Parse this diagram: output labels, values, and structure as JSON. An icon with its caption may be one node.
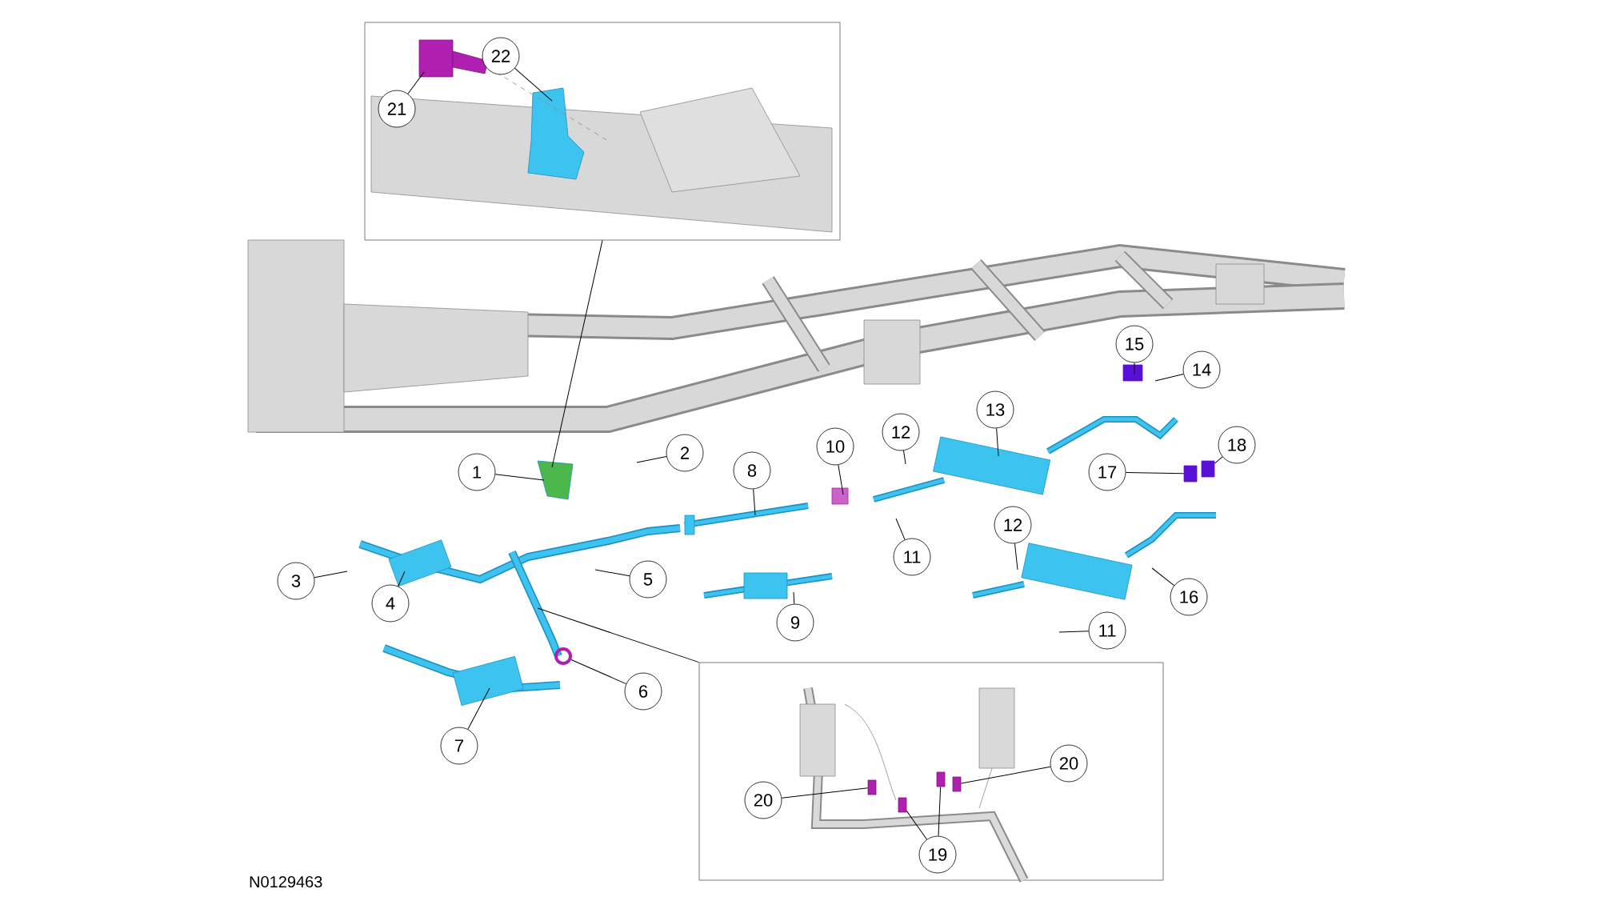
{
  "diagram": {
    "nodes": [
      {
        "text": [],
        "shape": "picture"
      },
      {
        "text": [],
        "shape": "picture"
      },
      {
        "text": [
          "1"
        ]
      },
      {
        "text": [
          "2"
        ]
      },
      {
        "text": [
          "3"
        ]
      },
      {
        "text": [
          "4"
        ]
      },
      {
        "text": [
          "5"
        ]
      },
      {
        "text": [
          "6"
        ]
      },
      {
        "text": [
          "7"
        ]
      },
      {
        "text": [
          "8"
        ]
      },
      {
        "text": [
          "9"
        ]
      },
      {
        "text": [
          "10"
        ]
      },
      {
        "text": [
          "11"
        ]
      },
      {
        "text": [
          "11"
        ]
      },
      {
        "text": [
          "12"
        ]
      },
      {
        "text": [
          "12"
        ]
      },
      {
        "text": [
          "13"
        ]
      },
      {
        "text": [
          "14"
        ]
      },
      {
        "text": [
          "15"
        ]
      },
      {
        "text": [
          "16"
        ]
      },
      {
        "text": [
          "17"
        ]
      },
      {
        "text": [
          "18"
        ]
      },
      {
        "text": [
          "21"
        ],
        "in": 0
      },
      {
        "text": [
          "22"
        ],
        "in": 0
      },
      {
        "text": [
          "20"
        ],
        "in": 1
      },
      {
        "text": [
          "20"
        ],
        "in": 1
      },
      {
        "text": [
          "19"
        ],
        "in": 1
      },
      {
        "text": [],
        "shape": "box",
        "in": 1
      },
      {
        "text": [],
        "shape": "box",
        "in": 1
      },
      {
        "text": [],
        "shape": "box",
        "in": 1
      },
      {
        "text": [],
        "shape": "box",
        "in": 1
      },
      {
        "text": [],
        "shape": "circle"
      },
      {
        "text": [],
        "shape": "box"
      },
      {
        "text": [],
        "shape": "box"
      }
    ],
    "edges": [
      {
        "from": 0,
        "to": null,
        "arrow": "none"
      },
      {
        "from": 1,
        "to": null,
        "arrow": "none"
      },
      {
        "from": 2,
        "to": null,
        "arrow": "none"
      },
      {
        "from": 3,
        "to": null,
        "arrow": "none"
      },
      {
        "from": 4,
        "to": null,
        "arrow": "none"
      },
      {
        "from": 5,
        "to": null,
        "arrow": "none"
      },
      {
        "from": 6,
        "to": null,
        "arrow": "none"
      },
      {
        "from": 7,
        "to": 31,
        "arrow": "none"
      },
      {
        "from": 8,
        "to": null,
        "arrow": "none"
      },
      {
        "from": 9,
        "to": null,
        "arrow": "none"
      },
      {
        "from": 10,
        "to": null,
        "arrow": "none"
      },
      {
        "from": 11,
        "to": null,
        "arrow": "none"
      },
      {
        "from": 12,
        "to": null,
        "arrow": "none"
      },
      {
        "from": 13,
        "to": null,
        "arrow": "none"
      },
      {
        "from": 14,
        "to": null,
        "arrow": "none"
      },
      {
        "from": 15,
        "to": null,
        "arrow": "none"
      },
      {
        "from": 16,
        "to": null,
        "arrow": "none"
      },
      {
        "from": 17,
        "to": null,
        "arrow": "none"
      },
      {
        "from": 18,
        "to": null,
        "arrow": "none"
      },
      {
        "from": 19,
        "to": null,
        "arrow": "none"
      },
      {
        "from": 20,
        "to": 32,
        "arrow": "none"
      },
      {
        "from": 21,
        "to": 33,
        "arrow": "none"
      },
      {
        "from": 22,
        "to": null,
        "arrow": "none"
      },
      {
        "from": 23,
        "to": null,
        "arrow": "none"
      },
      {
        "from": 24,
        "to": 27,
        "arrow": "none"
      },
      {
        "from": 25,
        "to": 28,
        "arrow": "none"
      },
      {
        "from": 26,
        "to": 29,
        "arrow": "none"
      },
      {
        "from": 26,
        "to": 30,
        "arrow": "none"
      }
    ],
    "labels": [
      "N0129463"
    ]
  }
}
